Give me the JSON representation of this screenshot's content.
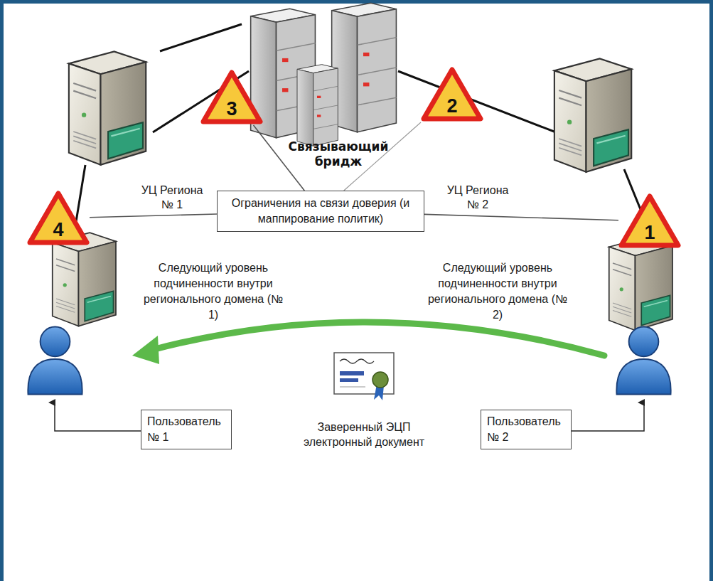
{
  "diagram": {
    "nodes": [
      {
        "text": [
          "3"
        ]
      },
      {
        "text": [
          "2"
        ]
      },
      {
        "text": [
          "4"
        ]
      },
      {
        "text": [
          "Ограничения на связи доверия (и маппирование политик)"
        ]
      },
      {
        "text": [
          "1"
        ]
      },
      {
        "text": [
          "Пользователь № 1"
        ]
      },
      {
        "text": [
          "Пользователь № 2"
        ]
      }
    ],
    "edges": [
      {
        "from": 3,
        "to": 0,
        "arrow": "none"
      },
      {
        "from": 3,
        "to": 1,
        "arrow": "none"
      },
      {
        "from": 3,
        "to": 2,
        "arrow": "none"
      },
      {
        "from": 3,
        "to": 4,
        "arrow": "none"
      }
    ],
    "labels": [
      "Связывающий бридж",
      "УЦ Региона № 1",
      "УЦ Региона № 2",
      "Следующий уровень подчиненности внутри регионального домена (№ 1)",
      "Следующий уровень подчиненности внутри регионального домена (№ 2)",
      "Заверенный ЭЦП электронный документ"
    ]
  }
}
